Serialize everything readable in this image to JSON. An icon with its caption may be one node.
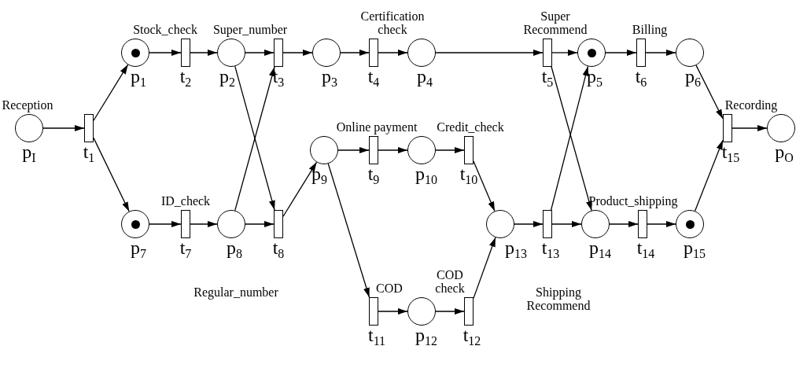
{
  "diagram": {
    "nodes": [
      {
        "text": [
          "Reception",
          "p$_{I}$"
        ]
      },
      {
        "text": [
          "t$_{1}$"
        ]
      },
      {
        "text": [
          "p$_{1}$"
        ]
      },
      {
        "text": [
          "Stock_check",
          "t$_{2}$"
        ]
      },
      {
        "text": [
          "p$_{2}$"
        ]
      },
      {
        "text": [
          "Super_number",
          "t$_{3}$"
        ]
      },
      {
        "text": [
          "p$_{3}$"
        ]
      },
      {
        "text": [
          "Certification check",
          "t$_{4}$"
        ]
      },
      {
        "text": [
          "p$_{4}$"
        ]
      },
      {
        "text": [
          "Super Recommend",
          "t$_{5}$"
        ]
      },
      {
        "text": [
          "p$_{5}$"
        ]
      },
      {
        "text": [
          "Billing",
          "t$_{6}$"
        ]
      },
      {
        "text": [
          "p$_{6}$"
        ]
      },
      {
        "text": [
          "p$_{9}$"
        ]
      },
      {
        "text": [
          "Online payment",
          "t$_{9}$"
        ]
      },
      {
        "text": [
          "p$_{10}$"
        ]
      },
      {
        "text": [
          "Credit_check",
          "t$_{10}$"
        ]
      },
      {
        "text": [
          "Recording",
          "t$_{15}$"
        ]
      },
      {
        "text": [
          "p$_{O}$"
        ]
      },
      {
        "text": [
          "p$_{7}$"
        ]
      },
      {
        "text": [
          "ID_check",
          "t$_{7}$"
        ]
      },
      {
        "text": [
          "p$_{8}$"
        ]
      },
      {
        "text": [
          "t$_{8}$",
          "Regular_number"
        ]
      },
      {
        "text": [
          "p$_{13}$"
        ]
      },
      {
        "text": [
          "t$_{13}$",
          "Shipping Recommend"
        ]
      },
      {
        "text": [
          "p$_{14}$"
        ]
      },
      {
        "text": [
          "Product_shipping",
          "t$_{14}$"
        ]
      },
      {
        "text": [
          "p$_{15}$"
        ]
      },
      {
        "text": [
          "COD",
          "t$_{11}$"
        ]
      },
      {
        "text": [
          "p$_{12}$"
        ]
      },
      {
        "text": [
          "COD check",
          "t$_{12}$"
        ]
      }
    ],
    "edges": [
      {
        "from": 0,
        "to": 1,
        "arrow": "to"
      },
      {
        "from": 1,
        "to": 2,
        "arrow": "to"
      },
      {
        "from": 1,
        "to": 19,
        "arrow": "to"
      },
      {
        "from": 2,
        "to": 3,
        "arrow": "to"
      },
      {
        "from": 3,
        "to": 4,
        "arrow": "to"
      },
      {
        "from": 4,
        "to": 5,
        "arrow": "to"
      },
      {
        "from": 4,
        "to": 22,
        "arrow": "to"
      },
      {
        "from": 5,
        "to": 6,
        "arrow": "to"
      },
      {
        "from": 6,
        "to": 7,
        "arrow": "to"
      },
      {
        "from": 7,
        "to": 8,
        "arrow": "to"
      },
      {
        "from": 8,
        "to": 9,
        "arrow": "to"
      },
      {
        "from": 9,
        "to": 10,
        "arrow": "to"
      },
      {
        "from": 9,
        "to": 25,
        "arrow": "to"
      },
      {
        "from": 10,
        "to": 11,
        "arrow": "to"
      },
      {
        "from": 11,
        "to": 12,
        "arrow": "to"
      },
      {
        "from": 12,
        "to": 17,
        "arrow": "to"
      },
      {
        "from": 17,
        "to": 18,
        "arrow": "to"
      },
      {
        "from": 19,
        "to": 20,
        "arrow": "to"
      },
      {
        "from": 20,
        "to": 21,
        "arrow": "to"
      },
      {
        "from": 21,
        "to": 22,
        "arrow": "to"
      },
      {
        "from": 21,
        "to": 5,
        "arrow": "to"
      },
      {
        "from": 22,
        "to": 13,
        "arrow": "to"
      },
      {
        "from": 13,
        "to": 14,
        "arrow": "to"
      },
      {
        "from": 14,
        "to": 15,
        "arrow": "to"
      },
      {
        "from": 15,
        "to": 16,
        "arrow": "to"
      },
      {
        "from": 16,
        "to": 23,
        "arrow": "to"
      },
      {
        "from": 13,
        "to": 28,
        "arrow": "to"
      },
      {
        "from": 28,
        "to": 29,
        "arrow": "to"
      },
      {
        "from": 29,
        "to": 30,
        "arrow": "to"
      },
      {
        "from": 30,
        "to": 23,
        "arrow": "to"
      },
      {
        "from": 23,
        "to": 24,
        "arrow": "to"
      },
      {
        "from": 24,
        "to": 25,
        "arrow": "to"
      },
      {
        "from": 24,
        "to": 10,
        "arrow": "to"
      },
      {
        "from": 25,
        "to": 26,
        "arrow": "to"
      },
      {
        "from": 26,
        "to": 27,
        "arrow": "to"
      },
      {
        "from": 27,
        "to": 17,
        "arrow": "to"
      }
    ]
  }
}
